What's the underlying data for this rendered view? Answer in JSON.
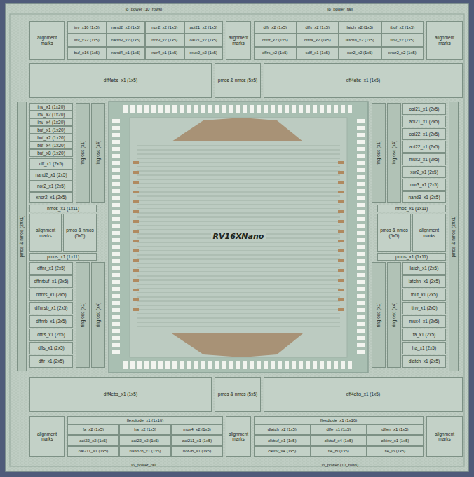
{
  "diagram": {
    "nodes": [
      {
        "text": [
          "RV16XNano"
        ]
      },
      {
        "text": [
          "alignment marks"
        ]
      },
      {
        "text": [
          "alignment marks"
        ]
      },
      {
        "text": [
          "alignment marks"
        ]
      },
      {
        "text": [
          "dff4ebs_x1 (1x5)"
        ]
      },
      {
        "text": [
          "pmos & nmos (5x5)"
        ]
      },
      {
        "text": [
          "dff4ebs_x1 (1x5)"
        ]
      },
      {
        "text": [
          "pmos & nmos (20x1)"
        ]
      },
      {
        "text": [
          "inv_x1 (1x20)"
        ]
      },
      {
        "text": [
          "inv_x2 (1x20)"
        ]
      },
      {
        "text": [
          "inv_x4 (1x20)"
        ]
      },
      {
        "text": [
          "buf_x1 (1x20)"
        ]
      },
      {
        "text": [
          "buf_x2 (1x20)"
        ]
      },
      {
        "text": [
          "buf_x4 (1x20)"
        ]
      },
      {
        "text": [
          "buf_x8 (1x20)"
        ]
      },
      {
        "text": [
          "dff_x1 (2x5)"
        ]
      },
      {
        "text": [
          "nand2_x1 (2x5)"
        ]
      },
      {
        "text": [
          "nor2_x1 (2x5)"
        ]
      },
      {
        "text": [
          "xnor2_x1 (2x5)"
        ]
      },
      {
        "text": [
          "nmos_x1 (1x11)"
        ]
      },
      {
        "text": [
          "alignment marks"
        ]
      },
      {
        "text": [
          "pmos & nmos (5x5)"
        ]
      },
      {
        "text": [
          "pmos_x1 (1x11)"
        ]
      },
      {
        "text": [
          "dffnr_x1 (2x5)"
        ]
      },
      {
        "text": [
          "dffnrbuf_x1 (2x5)"
        ]
      },
      {
        "text": [
          "dffnrs_x1 (2x5)"
        ]
      },
      {
        "text": [
          "dffnrsb_x1 (2x5)"
        ]
      },
      {
        "text": [
          "dffnrb_x1 (2x5)"
        ]
      },
      {
        "text": [
          "dffrs_x1 (2x5)"
        ]
      },
      {
        "text": [
          "dffs_x1 (2x5)"
        ]
      },
      {
        "text": [
          "dffr_x1 (2x5)"
        ]
      },
      {
        "text": [
          "ring osc (x1)"
        ]
      },
      {
        "text": [
          "ring osc (x4)"
        ]
      },
      {
        "text": [
          "ring osc (x1)"
        ]
      },
      {
        "text": [
          "ring osc (x4)"
        ]
      },
      {
        "text": [
          "pmos & nmos (20x1)"
        ]
      },
      {
        "text": [
          "oai21_x1 (2x5)"
        ]
      },
      {
        "text": [
          "aoi21_x1 (2x5)"
        ]
      },
      {
        "text": [
          "oai22_x1 (2x5)"
        ]
      },
      {
        "text": [
          "aoi22_x1 (2x5)"
        ]
      },
      {
        "text": [
          "mux2_x1 (2x5)"
        ]
      },
      {
        "text": [
          "xor2_x1 (2x5)"
        ]
      },
      {
        "text": [
          "nor3_x1 (2x5)"
        ]
      },
      {
        "text": [
          "nand3_x1 (2x5)"
        ]
      },
      {
        "text": [
          "nmos_x1 (1x11)"
        ]
      },
      {
        "text": [
          "pmos & nmos (5x5)"
        ]
      },
      {
        "text": [
          "alignment marks"
        ]
      },
      {
        "text": [
          "pmos_x1 (1x11)"
        ]
      },
      {
        "text": [
          "latch_x1 (2x5)"
        ]
      },
      {
        "text": [
          "latchn_x1 (2x5)"
        ]
      },
      {
        "text": [
          "tbuf_x1 (2x5)"
        ]
      },
      {
        "text": [
          "tinv_x1 (2x5)"
        ]
      },
      {
        "text": [
          "mux4_x1 (2x5)"
        ]
      },
      {
        "text": [
          "fa_x1 (2x5)"
        ]
      },
      {
        "text": [
          "ha_x1 (2x5)"
        ]
      },
      {
        "text": [
          "dlatch_x1 (2x5)"
        ]
      },
      {
        "text": [
          "ring osc (x1)"
        ]
      },
      {
        "text": [
          "ring osc (x4)"
        ]
      },
      {
        "text": [
          "ring osc (x1)"
        ]
      },
      {
        "text": [
          "ring osc (x4)"
        ]
      },
      {
        "text": [
          "dff4ebs_x1 (1x5)"
        ]
      },
      {
        "text": [
          "pmos & nmos (5x5)"
        ]
      },
      {
        "text": [
          "dff4ebs_x1 (1x5)"
        ]
      },
      {
        "text": [
          "alignment marks"
        ]
      },
      {
        "text": [
          "alignment marks"
        ]
      },
      {
        "text": [
          "alignment marks"
        ]
      }
    ],
    "labels": [
      "io_power (10_rows)",
      "io_power_rail",
      "inv_x16 (1x5)",
      "nand2_x2 (1x5)",
      "nor2_x2 (1x5)",
      "aoi21_x2 (1x5)",
      "inv_x32 (1x5)",
      "nand3_x2 (1x5)",
      "nor3_x2 (1x5)",
      "oai21_x2 (1x5)",
      "buf_x16 (1x5)",
      "nand4_x1 (1x5)",
      "nor4_x1 (1x5)",
      "mux2_x2 (1x5)",
      "dffr_x2 (1x5)",
      "dffs_x2 (1x5)",
      "latch_x2 (1x5)",
      "tbuf_x2 (1x5)",
      "dffnr_x2 (1x5)",
      "dffns_x2 (1x5)",
      "latchn_x2 (1x5)",
      "tinv_x2 (1x5)",
      "dffrs_x2 (1x5)",
      "sdff_x1 (1x5)",
      "xor2_x2 (1x5)",
      "xnor2_x2 (1x5)",
      "flexdiode_x1 (1x16)",
      "fa_x2 (1x5)",
      "ha_x2 (1x5)",
      "mux4_x2 (1x5)",
      "aoi22_x2 (1x5)",
      "oai22_x2 (1x5)",
      "aoi211_x1 (1x5)",
      "oai211_x1 (1x5)",
      "nand2b_x1 (1x5)",
      "nor2b_x1 (1x5)",
      "flexdiode_x1 (1x16)",
      "dlatch_x2 (1x5)",
      "dffe_x1 (1x5)",
      "dffen_x1 (1x5)",
      "clkbuf_x1 (1x5)",
      "clkbuf_x4 (1x5)",
      "clkinv_x1 (1x5)",
      "clkinv_x4 (1x5)",
      "tie_hi (1x5)",
      "tie_lo (1x5)",
      "io_power_rail",
      "io_power (10_rows)"
    ]
  }
}
